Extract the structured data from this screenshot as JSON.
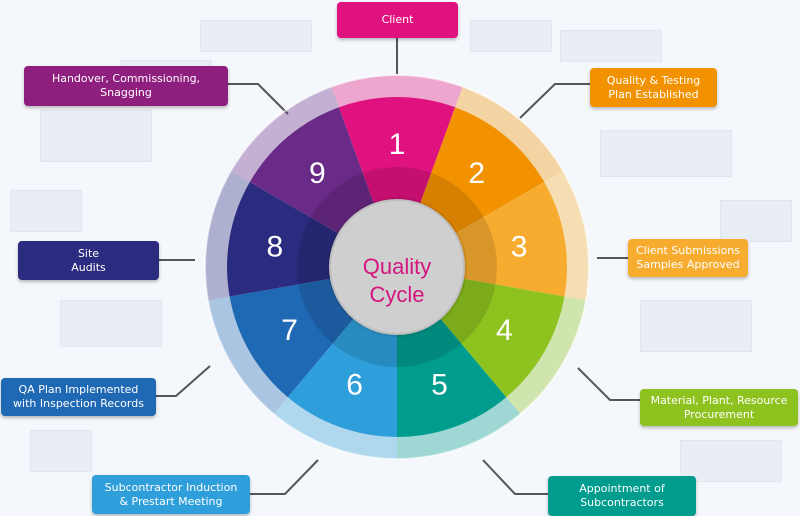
{
  "diagram": {
    "center_line1": "Quality",
    "center_line2": "Cycle",
    "segments": [
      {
        "number": "1",
        "color": "#e0127f"
      },
      {
        "number": "2",
        "color": "#f39200"
      },
      {
        "number": "3",
        "color": "#f7ac30"
      },
      {
        "number": "4",
        "color": "#8dc21f"
      },
      {
        "number": "5",
        "color": "#009c8e"
      },
      {
        "number": "6",
        "color": "#2e9fda"
      },
      {
        "number": "7",
        "color": "#1f68b3"
      },
      {
        "number": "8",
        "color": "#2b2c7f"
      },
      {
        "number": "9",
        "color": "#6a2a87"
      }
    ],
    "labels": {
      "client": {
        "line1": "Client",
        "line2": "",
        "color": "#e0127f"
      },
      "quality_testing": {
        "line1": "Quality & Testing",
        "line2": "Plan Established",
        "color": "#f39200"
      },
      "client_submissions": {
        "line1": "Client Submissions",
        "line2": "Samples Approved",
        "color": "#f7ac30"
      },
      "procurement": {
        "line1": "Material, Plant, Resource",
        "line2": "Procurement",
        "color": "#8dc21f"
      },
      "subcontractors": {
        "line1": "Appointment of",
        "line2": "Subcontractors",
        "color": "#009c8e"
      },
      "induction": {
        "line1": "Subcontractor Induction",
        "line2": "& Prestart Meeting",
        "color": "#2e9fda"
      },
      "qa_plan": {
        "line1": "QA Plan Implemented",
        "line2": "with Inspection Records",
        "color": "#1f68b3"
      },
      "site_audits": {
        "line1": "Site",
        "line2": "Audits",
        "color": "#2b2c7f"
      },
      "handover": {
        "line1": "Handover, Commissioning,",
        "line2": "Snagging",
        "color": "#8e1f7e"
      }
    }
  }
}
